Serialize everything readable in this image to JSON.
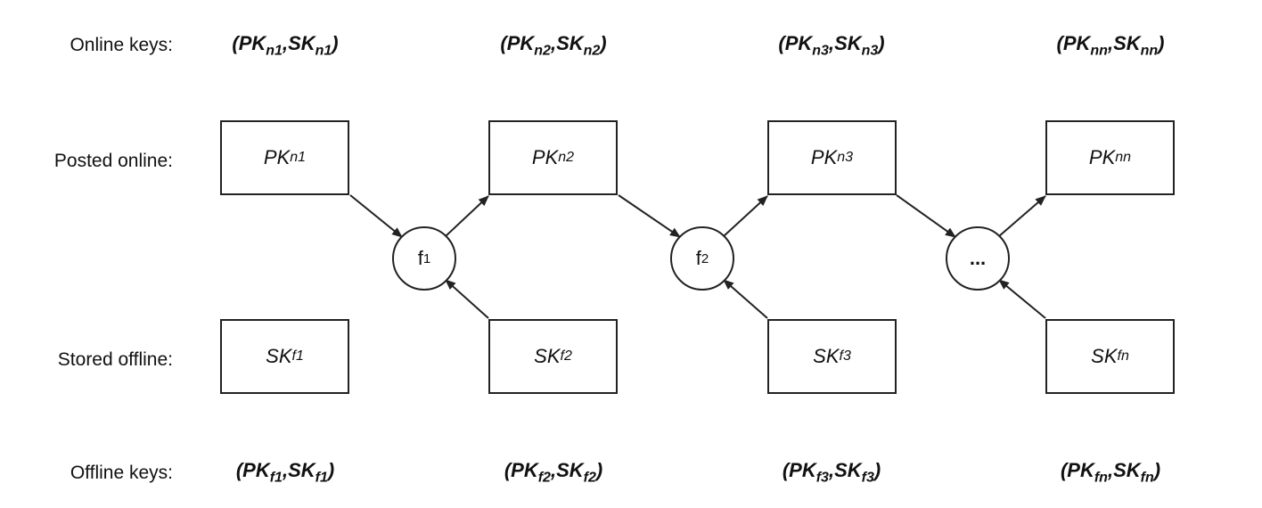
{
  "row_labels": {
    "online_keys": "Online keys:",
    "posted_online": "Posted online:",
    "stored_offline": "Stored offline:",
    "offline_keys": "Offline keys:"
  },
  "online_pairs": [
    {
      "pk": "PK",
      "pk_sub": "n1",
      "sep": ",",
      "sk": "SK",
      "sk_sub": "n1"
    },
    {
      "pk": "PK",
      "pk_sub": "n2",
      "sep": ",",
      "sk": "SK",
      "sk_sub": "n2"
    },
    {
      "pk": "PK",
      "pk_sub": "n3",
      "sep": ",",
      "sk": "SK",
      "sk_sub": "n3"
    },
    {
      "pk": "PK",
      "pk_sub": "nn",
      "sep": ",",
      "sk": "SK",
      "sk_sub": "nn"
    }
  ],
  "offline_pairs": [
    {
      "pk": "PK",
      "pk_sub": "f1",
      "sep": ",",
      "sk": "SK",
      "sk_sub": "f1"
    },
    {
      "pk": "PK",
      "pk_sub": "f2",
      "sep": ",",
      "sk": "SK",
      "sk_sub": "f2"
    },
    {
      "pk": "PK",
      "pk_sub": "f3",
      "sep": ",",
      "sk": "SK",
      "sk_sub": "f3"
    },
    {
      "pk": "PK",
      "pk_sub": "fn",
      "sep": ",",
      "sk": "SK",
      "sk_sub": "fn"
    }
  ],
  "posted_boxes": [
    {
      "main": "PK",
      "sub": "n1"
    },
    {
      "main": "PK",
      "sub": "n2"
    },
    {
      "main": "PK",
      "sub": "n3"
    },
    {
      "main": "PK",
      "sub": "nn"
    }
  ],
  "stored_boxes": [
    {
      "main": "SK",
      "sub": "f1"
    },
    {
      "main": "SK",
      "sub": "f2"
    },
    {
      "main": "SK",
      "sub": "f3"
    },
    {
      "main": "SK",
      "sub": "fn"
    }
  ],
  "functions": [
    {
      "main": "f",
      "sub": "1"
    },
    {
      "main": "f",
      "sub": "2"
    },
    {
      "main": "...",
      "sub": ""
    }
  ],
  "colors": {
    "stroke": "#222222",
    "text": "#111111",
    "background": "#ffffff"
  }
}
